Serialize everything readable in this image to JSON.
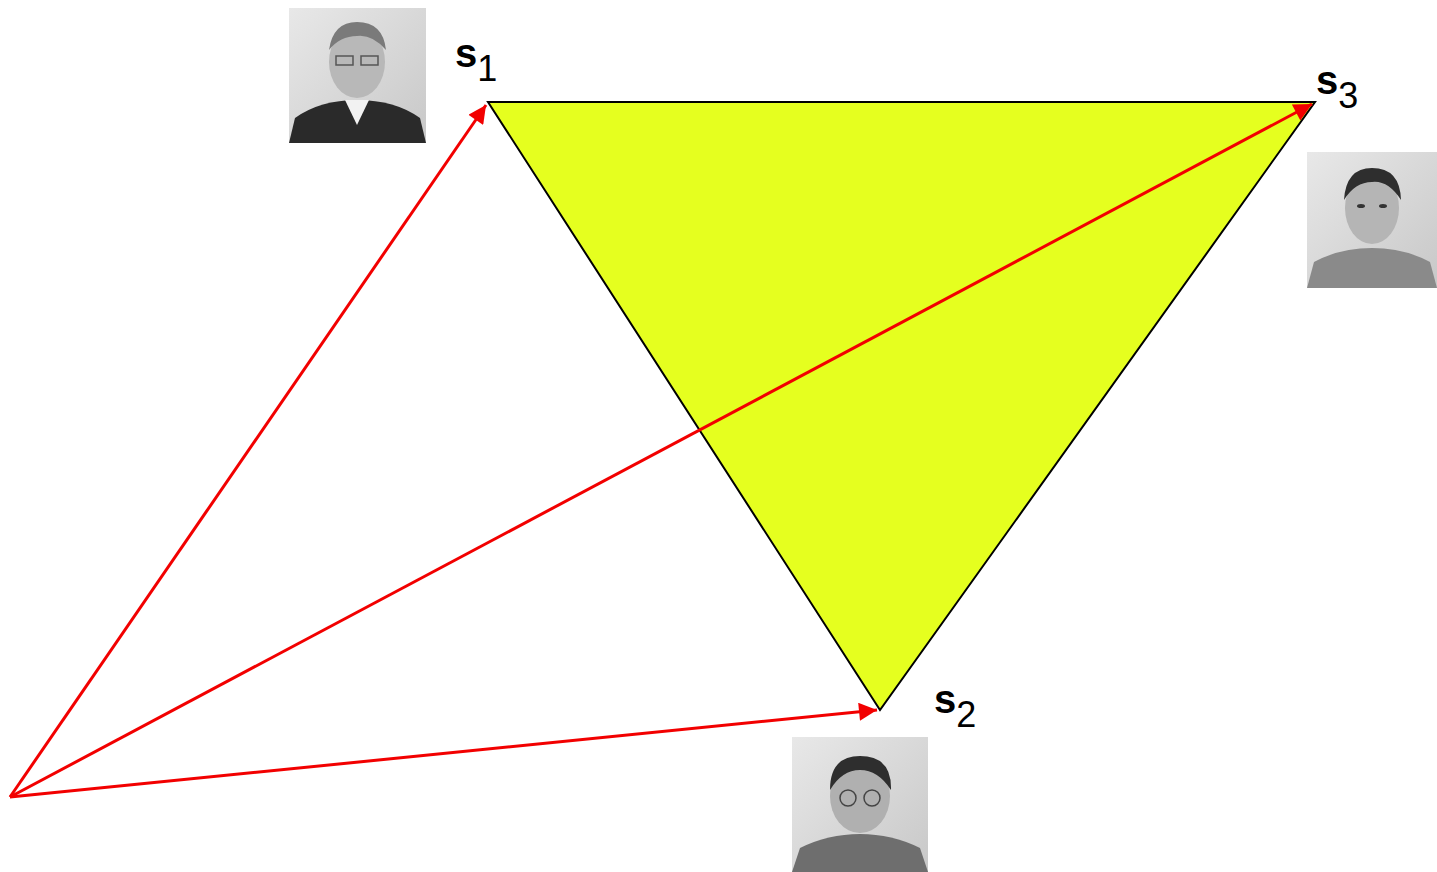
{
  "diagram": {
    "labels": [
      "s1",
      "s2",
      "s3"
    ]
  }
}
